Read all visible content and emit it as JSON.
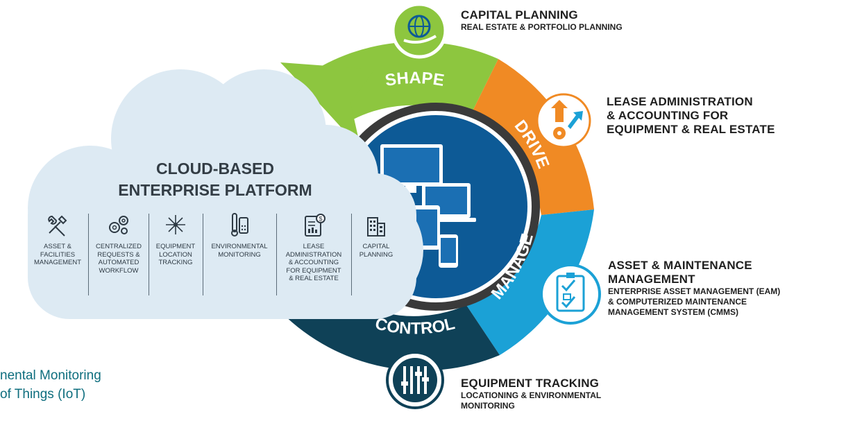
{
  "cycle": {
    "segments": [
      {
        "label": "SHAPE",
        "color": "#8dc63f"
      },
      {
        "label": "DRIVE",
        "color": "#f08a24"
      },
      {
        "label": "MANAGE",
        "color": "#1ba1d6"
      },
      {
        "label": "CONTROL",
        "color": "#0f4157"
      }
    ],
    "inner_ring_color": "#3a3a3a",
    "core_color": "#0d5a96"
  },
  "captions": {
    "capital": {
      "title": "CAPITAL PLANNING",
      "subtitle": "REAL ESTATE & PORTFOLIO PLANNING"
    },
    "lease": {
      "line1": "LEASE ADMINISTRATION",
      "line2": "& ACCOUNTING FOR",
      "line3": "EQUIPMENT & REAL ESTATE"
    },
    "asset": {
      "line1": "ASSET & MAINTENANCE",
      "line2": "MANAGEMENT",
      "sub1": "ENTERPRISE ASSET MANAGEMENT (EAM)",
      "sub2": "& COMPUTERIZED MAINTENANCE",
      "sub3": "MANAGEMENT SYSTEM (CMMS)"
    },
    "equipment": {
      "title": "EQUIPMENT TRACKING",
      "sub1": "LOCATIONING & ENVIRONMENTAL",
      "sub2": "MONITORING"
    }
  },
  "cloud": {
    "title_line1": "CLOUD-BASED",
    "title_line2": "ENTERPRISE PLATFORM",
    "features": [
      {
        "icon": "wrench-screwdriver-icon",
        "l1": "ASSET &",
        "l2": "FACILITIES",
        "l3": "MANAGEMENT",
        "l4": "",
        "l5": ""
      },
      {
        "icon": "gears-icon",
        "l1": "CENTRALIZED",
        "l2": "REQUESTS &",
        "l3": "AUTOMATED",
        "l4": "WORKFLOW",
        "l5": ""
      },
      {
        "icon": "network-node-icon",
        "l1": "EQUIPMENT",
        "l2": "LOCATION",
        "l3": "TRACKING",
        "l4": "",
        "l5": ""
      },
      {
        "icon": "thermostat-icon",
        "l1": "ENVIRONMENTAL",
        "l2": "MONITORING",
        "l3": "",
        "l4": "",
        "l5": ""
      },
      {
        "icon": "ledger-dollar-icon",
        "l1": "LEASE",
        "l2": "ADMINISTRATION",
        "l3": "& ACCOUNTING",
        "l4": "FOR EQUIPMENT",
        "l5": "& REAL ESTATE"
      },
      {
        "icon": "buildings-icon",
        "l1": "CAPITAL",
        "l2": "PLANNING",
        "l3": "",
        "l4": "",
        "l5": ""
      }
    ]
  },
  "left_note": {
    "line1": "nental Monitoring",
    "line2": "of Things (IoT)"
  }
}
